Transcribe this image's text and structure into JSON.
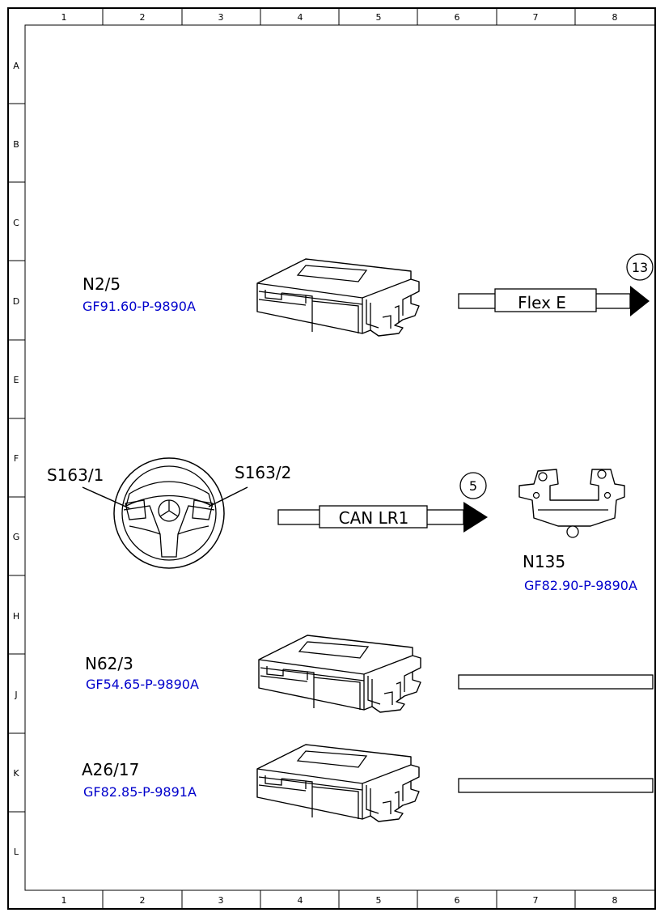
{
  "grid": {
    "columns": [
      "1",
      "2",
      "3",
      "4",
      "5",
      "6",
      "7",
      "8"
    ],
    "rows": [
      "A",
      "B",
      "C",
      "D",
      "E",
      "F",
      "G",
      "H",
      "J",
      "K",
      "L"
    ]
  },
  "components": [
    {
      "id": "N2/5",
      "ref": "GF91.60-P-9890A"
    },
    {
      "id": "N62/3",
      "ref": "GF54.65-P-9890A"
    },
    {
      "id": "A26/17",
      "ref": "GF82.85-P-9891A"
    },
    {
      "id": "N135",
      "ref": "GF82.90-P-9890A"
    }
  ],
  "switches": {
    "left": "S163/1",
    "right": "S163/2"
  },
  "buses": {
    "flex": "Flex E",
    "can": "CAN LR1"
  },
  "connectors": {
    "flex_marker": "13",
    "can_marker": "5"
  }
}
